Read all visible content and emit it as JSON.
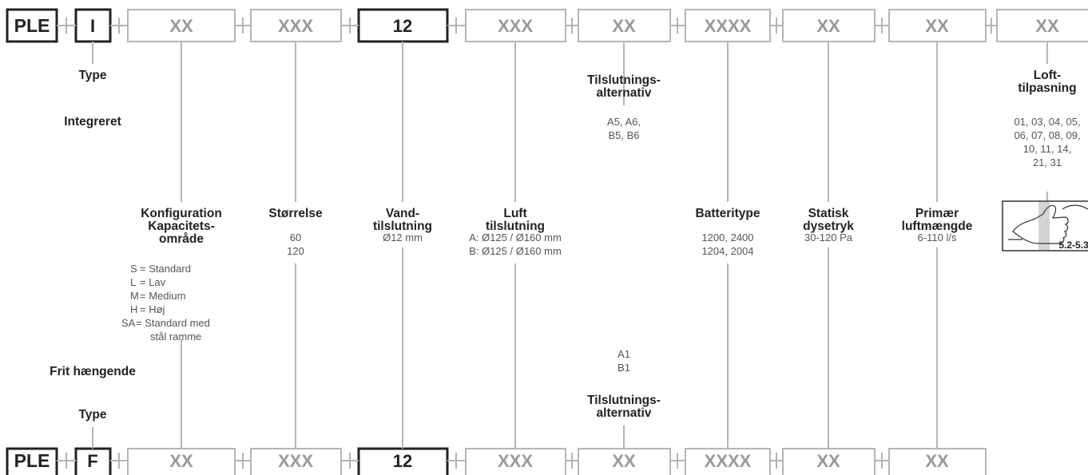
{
  "top_row": {
    "boxes": [
      "PLE",
      "I",
      "XX",
      "XXX",
      "12",
      "XXX",
      "XX",
      "XXXX",
      "XX",
      "XX",
      "XX"
    ]
  },
  "bottom_row": {
    "boxes": [
      "PLE",
      "F",
      "XX",
      "XXX",
      "12",
      "XXX",
      "XX",
      "XXXX",
      "XX",
      "XX"
    ]
  },
  "type_section": {
    "top_heading": "Type",
    "integrated": "Integreret",
    "hanging": "Frit hængende",
    "bottom_heading": "Type"
  },
  "configuration": {
    "heading": [
      "Konfiguration",
      "Kapacitets-",
      "område"
    ],
    "options": [
      {
        "code": "S",
        "desc": "= Standard"
      },
      {
        "code": "L",
        "desc": "= Lav"
      },
      {
        "code": "M",
        "desc": "= Medium"
      },
      {
        "code": "H",
        "desc": "= Høj"
      },
      {
        "code": "SA",
        "desc": "= Standard med"
      }
    ],
    "options_continuation": "stål ramme"
  },
  "size": {
    "heading": "Størrelse",
    "values": [
      "60",
      "120"
    ]
  },
  "water": {
    "heading": [
      "Vand-",
      "tilslutning"
    ],
    "value": "Ø12 mm"
  },
  "air": {
    "heading": [
      "Luft",
      "tilslutning"
    ],
    "values": [
      "A: Ø125 / Ø160 mm",
      "B: Ø125 / Ø160 mm"
    ]
  },
  "connection_top": {
    "heading": [
      "Tilslutnings-",
      "alternativ"
    ],
    "values": [
      "A5, A6,",
      "B5, B6"
    ]
  },
  "connection_bottom": {
    "values": [
      "A1",
      "B1"
    ],
    "heading": [
      "Tilslutnings-",
      "alternativ"
    ]
  },
  "battery": {
    "heading": "Batteritype",
    "values": [
      "1200, 2400",
      "1204, 2004"
    ]
  },
  "pressure": {
    "heading": [
      "Statisk",
      "dysetryk"
    ],
    "value": "30-120 Pa"
  },
  "airflow": {
    "heading": [
      "Primær",
      "luftmængde"
    ],
    "value": "6-110 l/s"
  },
  "ceiling": {
    "heading": [
      "Loft-",
      "tilpasning"
    ],
    "values": [
      "01, 03, 04, 05,",
      "06, 07, 08, 09,",
      "10, 11, 14,",
      "21, 31"
    ],
    "reference": "5.2-5.3"
  }
}
